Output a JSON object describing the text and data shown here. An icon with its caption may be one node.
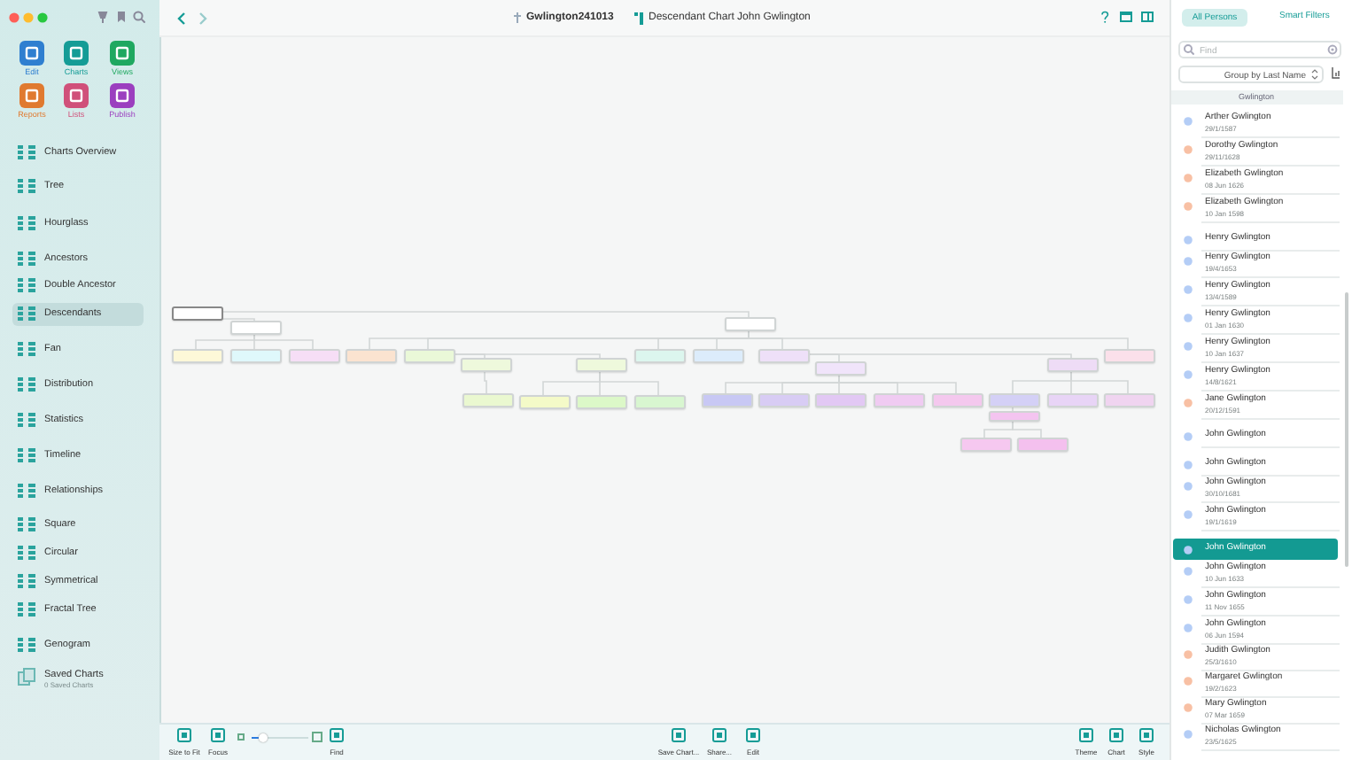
{
  "diagram": {
    "nodes": [
      {
        "text": [],
        "shape": "box"
      },
      {
        "text": [],
        "shape": "box"
      },
      {
        "text": [],
        "shape": "box"
      },
      {
        "text": [],
        "shape": "box"
      },
      {
        "text": [],
        "shape": "box"
      },
      {
        "text": [],
        "shape": "box"
      },
      {
        "text": [],
        "shape": "box"
      },
      {
        "text": [],
        "shape": "box"
      },
      {
        "text": [],
        "shape": "box"
      },
      {
        "text": [],
        "shape": "box"
      },
      {
        "text": [],
        "shape": "box"
      },
      {
        "text": [],
        "shape": "box"
      },
      {
        "text": [],
        "shape": "box"
      },
      {
        "text": [],
        "shape": "box"
      },
      {
        "text": [],
        "shape": "box"
      },
      {
        "text": [],
        "shape": "box"
      },
      {
        "text": [],
        "shape": "box"
      },
      {
        "text": [],
        "shape": "box"
      },
      {
        "text": [],
        "shape": "box"
      },
      {
        "text": [],
        "shape": "box"
      },
      {
        "text": [],
        "shape": "box"
      },
      {
        "text": [],
        "shape": "box"
      },
      {
        "text": [],
        "shape": "box"
      },
      {
        "text": [],
        "shape": "box"
      },
      {
        "text": [],
        "shape": "box"
      },
      {
        "text": [],
        "shape": "box"
      },
      {
        "text": [],
        "shape": "box"
      },
      {
        "text": [],
        "shape": "box"
      },
      {
        "text": [],
        "shape": "box"
      },
      {
        "text": [],
        "shape": "box"
      },
      {
        "text": [],
        "shape": "box"
      }
    ],
    "edges": [
      {
        "from": 0,
        "to": 1,
        "arrow": "none"
      },
      {
        "from": 0,
        "to": 2,
        "arrow": "none"
      },
      {
        "from": 1,
        "to": 3,
        "arrow": "none"
      },
      {
        "from": 1,
        "to": 4,
        "arrow": "none"
      },
      {
        "from": 1,
        "to": 5,
        "arrow": "none"
      },
      {
        "from": 2,
        "to": 6,
        "arrow": "none"
      },
      {
        "from": 2,
        "to": 7,
        "arrow": "none"
      },
      {
        "from": 2,
        "to": 8,
        "arrow": "none"
      },
      {
        "from": 2,
        "to": 9,
        "arrow": "none"
      },
      {
        "from": 2,
        "to": 10,
        "arrow": "none"
      },
      {
        "from": 2,
        "to": 11,
        "arrow": "none"
      },
      {
        "from": 7,
        "to": 12,
        "arrow": "none"
      },
      {
        "from": 7,
        "to": 13,
        "arrow": "none"
      },
      {
        "from": 12,
        "to": 14,
        "arrow": "none"
      },
      {
        "from": 13,
        "to": 15,
        "arrow": "none"
      },
      {
        "from": 13,
        "to": 16,
        "arrow": "none"
      },
      {
        "from": 13,
        "to": 17,
        "arrow": "none"
      },
      {
        "from": 10,
        "to": 18,
        "arrow": "none"
      },
      {
        "from": 10,
        "to": 19,
        "arrow": "none"
      },
      {
        "from": 18,
        "to": 20,
        "arrow": "none"
      },
      {
        "from": 18,
        "to": 21,
        "arrow": "none"
      },
      {
        "from": 18,
        "to": 22,
        "arrow": "none"
      },
      {
        "from": 18,
        "to": 23,
        "arrow": "none"
      },
      {
        "from": 18,
        "to": 24,
        "arrow": "none"
      },
      {
        "from": 19,
        "to": 25,
        "arrow": "none"
      },
      {
        "from": 19,
        "to": 26,
        "arrow": "none"
      },
      {
        "from": 19,
        "to": 27,
        "arrow": "none"
      },
      {
        "from": 25,
        "to": 28,
        "arrow": "none"
      },
      {
        "from": 28,
        "to": 29,
        "arrow": "none"
      },
      {
        "from": 28,
        "to": 30,
        "arrow": "none"
      }
    ],
    "labels": [
      "Edit",
      "Charts",
      "Views",
      "Reports",
      "Lists",
      "Publish",
      "Charts Overview",
      "Tree",
      "Hourglass",
      "Ancestors",
      "Double Ancestor",
      "Descendants",
      "Fan",
      "Distribution",
      "Statistics",
      "Timeline",
      "Relationships",
      "Square",
      "Circular",
      "Symmetrical",
      "Fractal Tree",
      "Genogram",
      "Saved Charts",
      "0 Saved Charts",
      "Gwlington241013",
      "Descendant Chart John Gwlington",
      "All Persons",
      "Smart Filters",
      "Find",
      "Group by Last Name",
      "Gwlington",
      "Arther Gwlington",
      "29/1/1587",
      "Dorothy Gwlington",
      "29/11/1628",
      "Elizabeth Gwlington",
      "08 Jun 1626",
      "Elizabeth Gwlington",
      "10 Jan 1598",
      "Henry Gwlington",
      "Henry Gwlington",
      "19/4/1653",
      "Henry Gwlington",
      "13/4/1589",
      "Henry Gwlington",
      "01 Jan 1630",
      "Henry Gwlington",
      "10 Jan 1637",
      "Henry Gwlington",
      "14/8/1621",
      "Jane Gwlington",
      "20/12/1591",
      "John Gwlington",
      "John Gwlington",
      "John Gwlington",
      "30/10/1681",
      "John Gwlington",
      "19/1/1619",
      "John Gwlington",
      "John Gwlington",
      "10 Jun 1633",
      "John Gwlington",
      "11 Nov 1655",
      "John Gwlington",
      "06 Jun 1594",
      "Judith Gwlington",
      "25/3/1610",
      "Margaret Gwlington",
      "19/2/1623",
      "Mary Gwlington",
      "07 Mar 1659",
      "Nicholas Gwlington",
      "23/5/1625",
      "Size to Fit",
      "Focus",
      "Find",
      "Save Chart...",
      "Share...",
      "Edit",
      "Theme",
      "Chart",
      "Style"
    ]
  }
}
